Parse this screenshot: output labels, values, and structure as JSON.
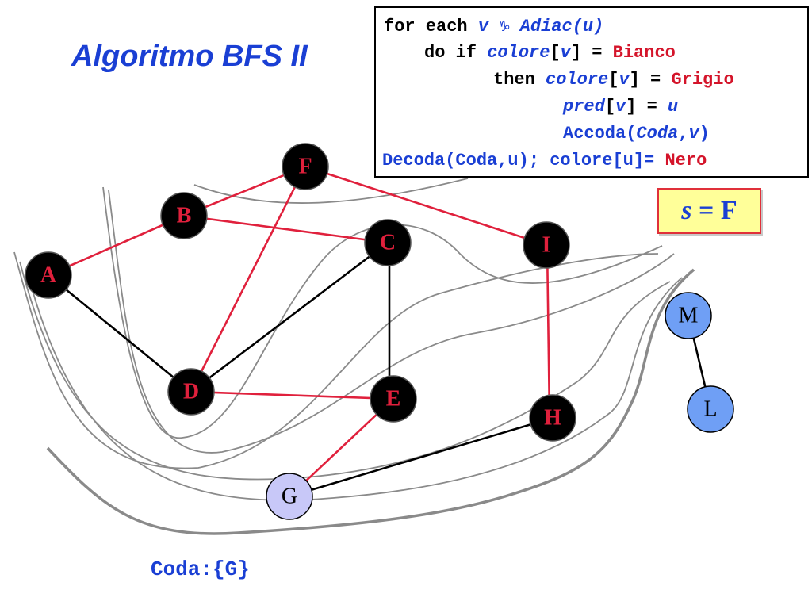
{
  "title": "Algoritmo BFS II",
  "code": {
    "line1": {
      "a": "for each ",
      "b": "v ",
      "c": "♑",
      "d": " Adiac(u)"
    },
    "line2": {
      "a": "do if ",
      "b": "colore",
      "c": "[",
      "d": "v",
      "e": "] = ",
      "f": "Bianco"
    },
    "line3": {
      "a": "then ",
      "b": "colore",
      "c": "[",
      "d": "v",
      "e": "] = ",
      "f": "Grigio"
    },
    "line4": {
      "a": "pred",
      "b": "[",
      "c": "v",
      "d": "] = ",
      "e": "u"
    },
    "line5": {
      "a": "Accoda(",
      "b": "Coda",
      "c": ",",
      "d": "v",
      "e": ")"
    },
    "line6": {
      "a": "Decoda(Coda,u); colore[u]= ",
      "b": "Nero"
    }
  },
  "source": {
    "var": "s",
    "eq": " = ",
    "value": "F"
  },
  "queue": {
    "label": "Coda:",
    "contents": "{G}"
  },
  "colors": {
    "black_node": "#000000",
    "gray_node": "#c8c8f8",
    "white_node": "#6f9ff5",
    "red_edge": "#e0203c",
    "black_edge": "#000000",
    "red_label": "#e0203c"
  },
  "graph": {
    "nodes": [
      {
        "id": "A",
        "state": "black"
      },
      {
        "id": "B",
        "state": "black"
      },
      {
        "id": "F",
        "state": "black"
      },
      {
        "id": "C",
        "state": "black"
      },
      {
        "id": "I",
        "state": "black"
      },
      {
        "id": "D",
        "state": "black"
      },
      {
        "id": "E",
        "state": "black"
      },
      {
        "id": "H",
        "state": "black"
      },
      {
        "id": "G",
        "state": "gray"
      },
      {
        "id": "M",
        "state": "white"
      },
      {
        "id": "L",
        "state": "white"
      }
    ],
    "edges": [
      {
        "from": "A",
        "to": "B",
        "tree": true
      },
      {
        "from": "B",
        "to": "F",
        "tree": true
      },
      {
        "from": "B",
        "to": "C",
        "tree": true
      },
      {
        "from": "F",
        "to": "I",
        "tree": true
      },
      {
        "from": "F",
        "to": "D",
        "tree": true
      },
      {
        "from": "A",
        "to": "D",
        "tree": false
      },
      {
        "from": "D",
        "to": "C",
        "tree": false
      },
      {
        "from": "C",
        "to": "E",
        "tree": false
      },
      {
        "from": "D",
        "to": "E",
        "tree": true
      },
      {
        "from": "I",
        "to": "H",
        "tree": true
      },
      {
        "from": "E",
        "to": "G",
        "tree": true
      },
      {
        "from": "G",
        "to": "H",
        "tree": false
      },
      {
        "from": "M",
        "to": "L",
        "tree": false
      }
    ]
  }
}
